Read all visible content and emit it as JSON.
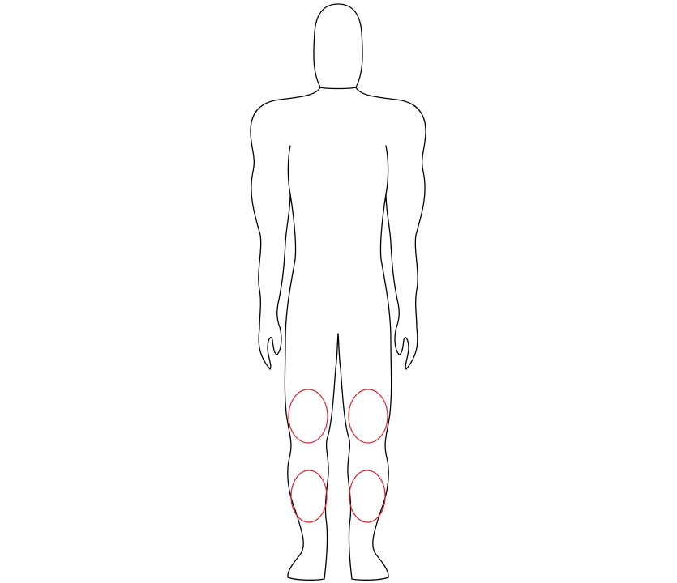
{
  "figure": {
    "subject": "front-view-human-body-outline",
    "outline_color": "#000000",
    "marker_color": "#e0202a",
    "marked_regions": [
      {
        "id": "left-knee",
        "label": "knee"
      },
      {
        "id": "right-knee",
        "label": "knee"
      },
      {
        "id": "left-shin",
        "label": "shin"
      },
      {
        "id": "right-shin",
        "label": "shin"
      }
    ]
  }
}
